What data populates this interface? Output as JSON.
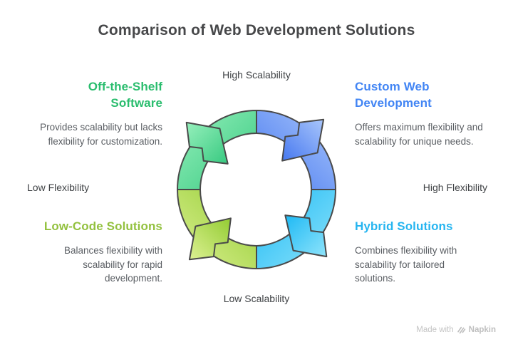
{
  "title": "Comparison of Web Development Solutions",
  "axis_labels": {
    "top": "High Scalability",
    "bottom": "Low Scalability",
    "left": "Low Flexibility",
    "right": "High Flexibility"
  },
  "quadrants": [
    {
      "heading": "Off-the-Shelf Software",
      "description": "Provides scalability but lacks flexibility for customization.",
      "heading_color": "#2abd6e",
      "arc_color_light": "#96f0bc",
      "arc_color_dark": "#37c980",
      "position": "top-left"
    },
    {
      "heading": "Custom Web Development",
      "description": "Offers maximum flexibility and scalability for unique needs.",
      "heading_color": "#4285f4",
      "arc_color_light": "#a9c6fb",
      "arc_color_dark": "#4678f0",
      "position": "top-right"
    },
    {
      "heading": "Low-Code Solutions",
      "description": "Balances flexibility with scalability for rapid development.",
      "heading_color": "#93c13f",
      "arc_color_light": "#ddf193",
      "arc_color_dark": "#93cc33",
      "position": "bottom-left"
    },
    {
      "heading": "Hybrid Solutions",
      "description": "Combines flexibility with scalability for tailored solutions.",
      "heading_color": "#26b5f0",
      "arc_color_light": "#8fe4fb",
      "arc_color_dark": "#1eb9f4",
      "position": "bottom-right"
    }
  ],
  "diagram": {
    "type": "circular-cycle-arrows",
    "direction": "clockwise",
    "outline_color": "#4a4a4a",
    "title_color": "#47484a",
    "body_text_color": "#5a5e63"
  },
  "watermark": {
    "made_with": "Made with",
    "brand": "Napkin"
  }
}
